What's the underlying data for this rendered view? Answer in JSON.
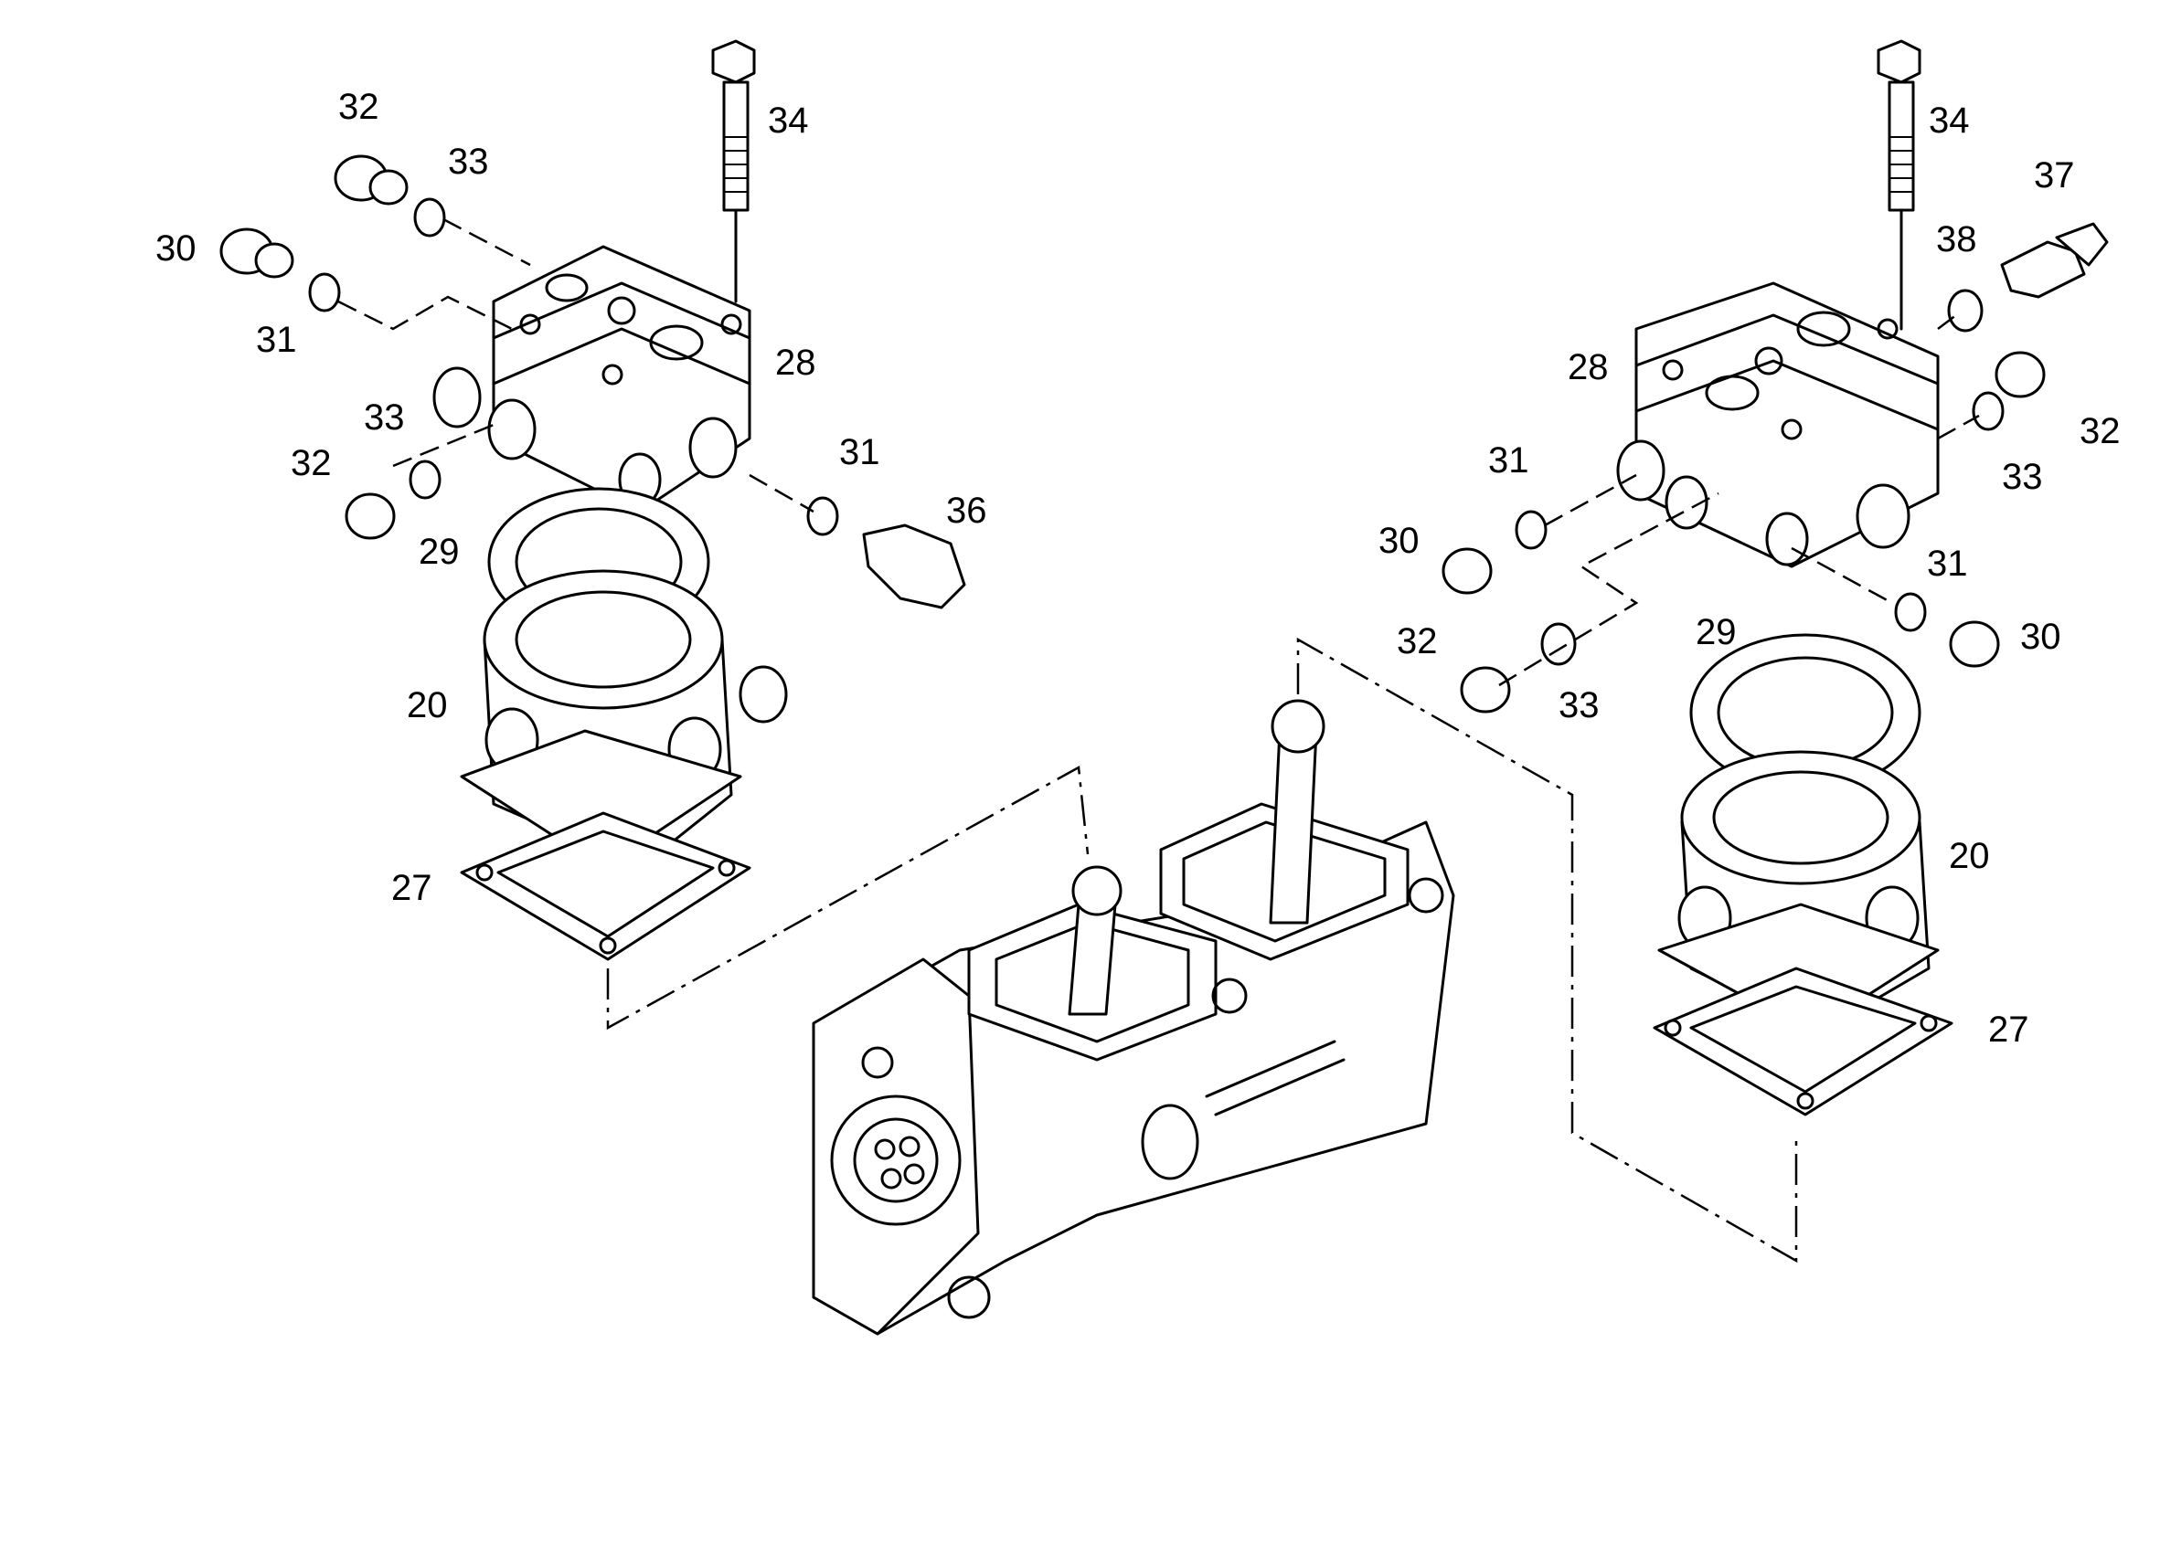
{
  "callouts": {
    "l32a": "32",
    "l33a": "33",
    "l34": "34",
    "l30a": "30",
    "l31a": "31",
    "l28": "28",
    "l33b": "33",
    "l32b": "32",
    "l29": "29",
    "l31b": "31",
    "l36": "36",
    "l20": "20",
    "l27": "27",
    "r34": "34",
    "r37": "37",
    "r38": "38",
    "r28": "28",
    "r32a": "32",
    "r31a": "31",
    "r33a": "33",
    "r30a": "30",
    "r31b": "31",
    "r29": "29",
    "r30b": "30",
    "r32b": "32",
    "r33b": "33",
    "r20": "20",
    "r27": "27"
  }
}
